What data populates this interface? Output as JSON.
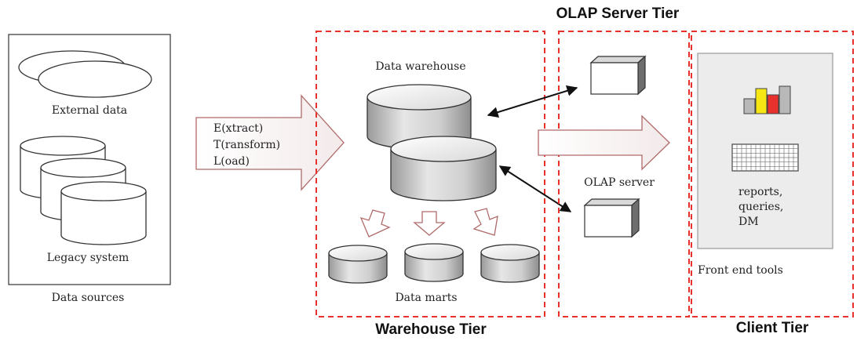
{
  "sources": {
    "external_label": "External data",
    "legacy_label": "Legacy system",
    "group_label": "Data sources"
  },
  "etl": {
    "line1": "E(xtract)",
    "line2": "T(ransform)",
    "line3": "L(oad)"
  },
  "warehouse": {
    "dw_label": "Data warehouse",
    "marts_label": "Data marts",
    "tier_label": "Warehouse Tier"
  },
  "olap": {
    "server_label": "OLAP server",
    "tier_label": "OLAP Server Tier"
  },
  "client": {
    "tools_line1": "reports,",
    "tools_line2": "queries,",
    "tools_line3": "DM",
    "front_label": "Front end tools",
    "tier_label": "Client Tier"
  },
  "colors": {
    "tier_border": "#e8302c",
    "bar_yellow": "#f5e614",
    "bar_red": "#e8302c",
    "bar_gray": "#b8b8b8",
    "panel_gray": "#ececec"
  }
}
